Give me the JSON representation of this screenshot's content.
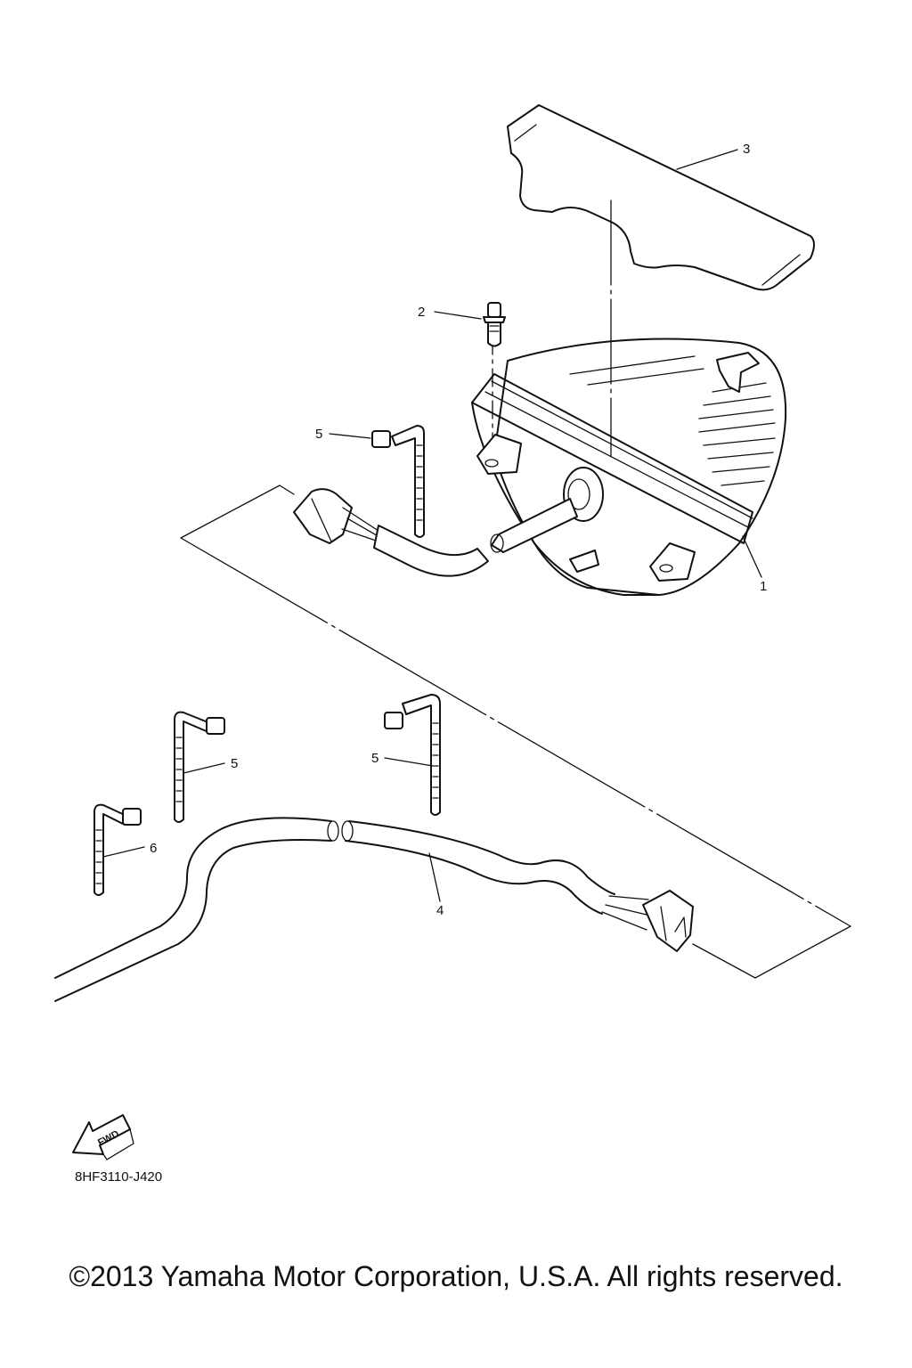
{
  "callouts": {
    "c1": "1",
    "c2": "2",
    "c3": "3",
    "c4": "4",
    "c5a": "5",
    "c5b": "5",
    "c5c": "5",
    "c6": "6"
  },
  "fwd_label": "FWD",
  "drawing_code": "8HF3110-J420",
  "copyright": "©2013 Yamaha Motor Corporation, U.S.A. All rights reserved."
}
